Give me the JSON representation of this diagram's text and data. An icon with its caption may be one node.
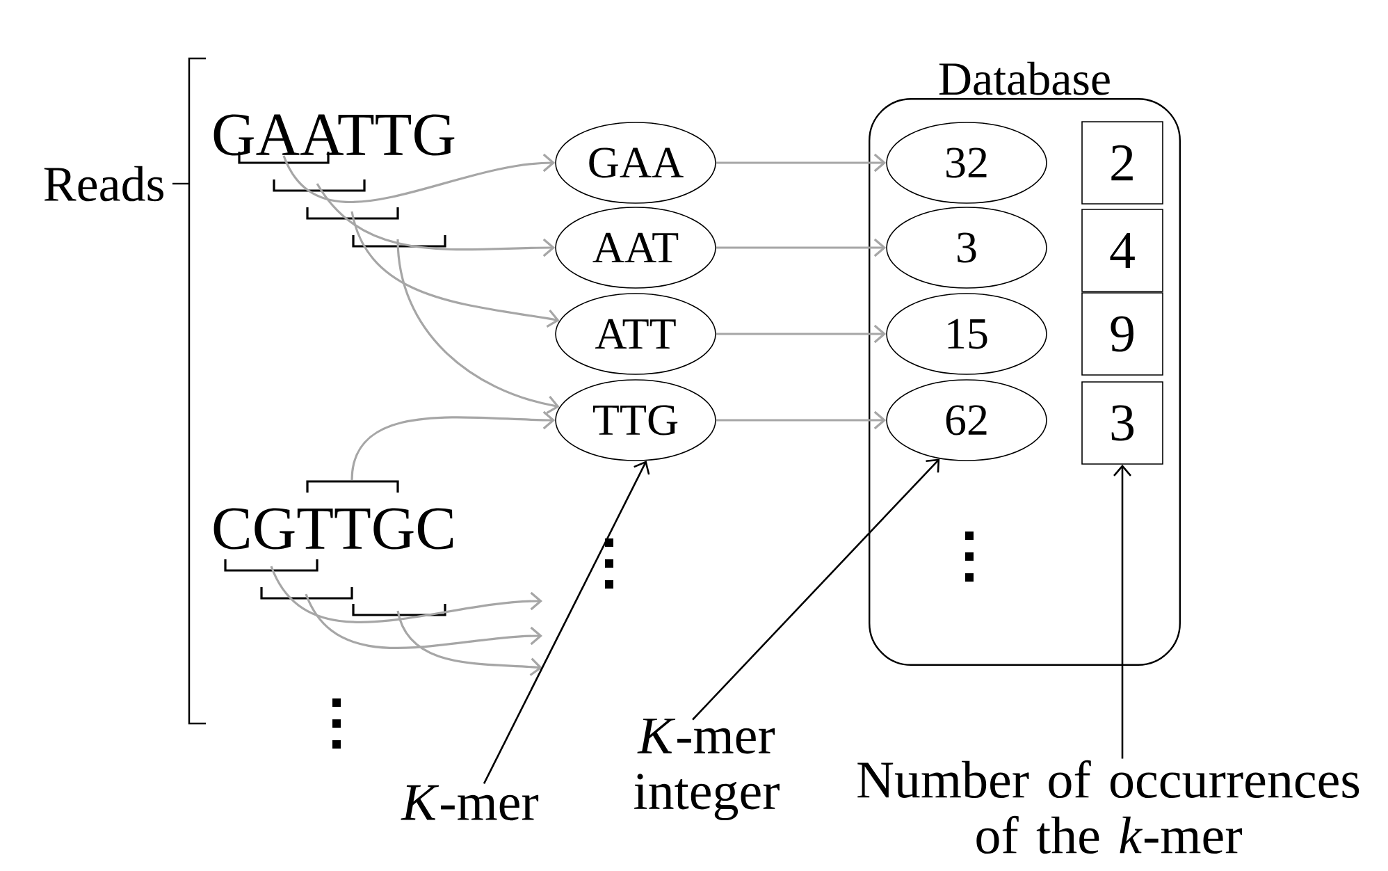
{
  "diagram": {
    "nodes": [
      {
        "text": [
          "GAATTG"
        ]
      },
      {
        "text": [
          "CGTTGC"
        ]
      },
      {
        "text": [
          "GAA"
        ]
      },
      {
        "text": [
          "AAT"
        ]
      },
      {
        "text": [
          "ATT"
        ]
      },
      {
        "text": [
          "TTG"
        ]
      },
      {
        "text": [
          "Database"
        ]
      },
      {
        "text": [
          "32"
        ],
        "in": 6
      },
      {
        "text": [
          "3"
        ],
        "in": 6
      },
      {
        "text": [
          "15"
        ],
        "in": 6
      },
      {
        "text": [
          "62"
        ],
        "in": 6
      },
      {
        "text": [
          "2"
        ],
        "in": 6
      },
      {
        "text": [
          "4"
        ],
        "in": 6
      },
      {
        "text": [
          "9"
        ],
        "in": 6
      },
      {
        "text": [
          "3"
        ],
        "in": 6
      },
      {
        "text": [
          "*K*-mer"
        ]
      },
      {
        "text": [
          "*K*-mer integer"
        ]
      },
      {
        "text": [
          "Number of occurrences of the *k*-mer"
        ]
      }
    ],
    "edges": [
      {
        "from": 0,
        "to": 2,
        "arrow": "to"
      },
      {
        "from": 0,
        "to": 3,
        "arrow": "to"
      },
      {
        "from": 0,
        "to": 4,
        "arrow": "to"
      },
      {
        "from": 0,
        "to": 5,
        "arrow": "to"
      },
      {
        "from": 1,
        "to": 5,
        "arrow": "to"
      },
      {
        "from": 1,
        "to": null,
        "arrow": "to"
      },
      {
        "from": 1,
        "to": null,
        "arrow": "to"
      },
      {
        "from": 1,
        "to": null,
        "arrow": "to"
      },
      {
        "from": 2,
        "to": 7,
        "arrow": "to"
      },
      {
        "from": 3,
        "to": 8,
        "arrow": "to"
      },
      {
        "from": 4,
        "to": 9,
        "arrow": "to"
      },
      {
        "from": 5,
        "to": 10,
        "arrow": "to"
      },
      {
        "from": 15,
        "to": 5,
        "arrow": "to",
        "color": "#000000"
      },
      {
        "from": 16,
        "to": 10,
        "arrow": "to",
        "color": "#000000"
      },
      {
        "from": 17,
        "to": 14,
        "arrow": "to",
        "color": "#000000"
      }
    ],
    "labels": [
      "Reads"
    ]
  }
}
